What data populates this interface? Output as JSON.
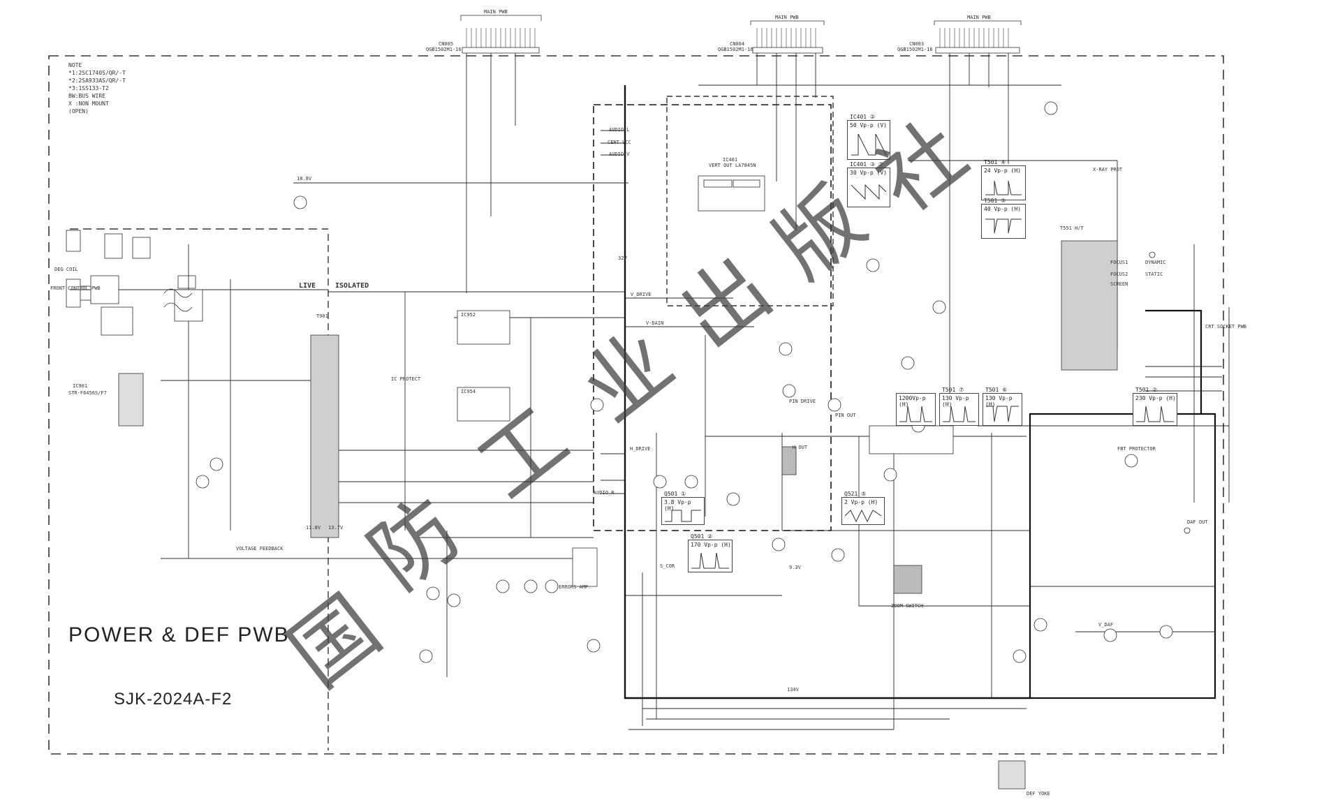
{
  "note": {
    "heading": "NOTE",
    "lines": [
      "*1:2SC1740S/QR/-T",
      "*2:2SA933AS/QR/-T",
      "*3:1SS133-T2",
      "BW:BUS WIRE",
      "X :NON MOUNT",
      "   (OPEN)"
    ]
  },
  "title": {
    "board": "POWER & DEF PWB",
    "part": "SJK-2024A-F2"
  },
  "watermark": [
    "国",
    "防",
    "工",
    "业",
    "出",
    "版",
    "社"
  ],
  "connectors": {
    "cn005": "CN005",
    "cn005_part": "QGB1502M1-16",
    "cn004": "CN004",
    "cn004_part": "QGB1502M1-16",
    "cn003": "CN003",
    "cn003_part": "QGB1502M1-16",
    "main_pwb": "MAIN PWB"
  },
  "zones": {
    "live": "LIVE",
    "isolated": "ISOLATED"
  },
  "ics": {
    "ic401": "IC401",
    "ic401_desc": "VERT OUT LA7845N",
    "ic901": "IC901",
    "ic901_part": "STR-F6456S/F7",
    "ic952": "IC952",
    "ic954": "IC954",
    "t901": "T901",
    "t551": "T551 H/T"
  },
  "scopes": [
    {
      "label": "IC401 ②",
      "value": "50 Vp-p (V)"
    },
    {
      "label": "IC401 ③ ⑦",
      "value": "30 Vp-p (V)"
    },
    {
      "label": "T501 ④",
      "value": "24 Vp-p (H)"
    },
    {
      "label": "T501 ⑤",
      "value": "40 Vp-p (H)"
    },
    {
      "label": "",
      "value": "1200Vp-p (H)"
    },
    {
      "label": "T501 ⑦",
      "value": "130 Vp-p (H)"
    },
    {
      "label": "T501 ⑥",
      "value": "130 Vp-p (H)"
    },
    {
      "label": "T501 ②",
      "value": "230 Vp-p (H)"
    },
    {
      "label": "Q501 ①",
      "value": "3.8 Vp-p (H)"
    },
    {
      "label": "Q501 ②",
      "value": "170 Vp-p (H)"
    },
    {
      "label": "Q521 ⑤",
      "value": "2 Vp-p (H)"
    }
  ],
  "signals": {
    "audio_l": "AUDIO_L",
    "cent_vcc": "CENT VCC",
    "audio_v": "AUDIO_V",
    "v_drive": "V_DRIVE",
    "h_drive": "H_DRIVE",
    "audio_r": "AUDIO_R",
    "v_dain": "V-DAIN",
    "s_cor": "S_COR",
    "v_daf": "V_DAF",
    "v134": "134V",
    "v188": "18.8V",
    "v32": "32V",
    "v93": "9.3V",
    "v137": "13.7V",
    "v11": "11.8V"
  },
  "parts": {
    "focus1": "FOCUS1",
    "focus2": "FOCUS2",
    "screen": "SCREEN",
    "dynamic": "DYNAMIC",
    "static": "STATIC",
    "crt_socket": "CRT SOCKET PWB",
    "def_yoke": "DEF YOKE",
    "deg_coil": "DEG COIL",
    "front_control": "FRONT CONTROL PWB",
    "daf_out": "DAF OUT",
    "pin_drive": "PIN DRIVE",
    "pin_out": "PIN OUT",
    "zoom_switch": "ZOOM SWITCH",
    "voltage_feedback": "VOLTAGE FEEDBACK",
    "fbt_protector": "FBT PROTECTOR",
    "xray_prot": "X-RAY PROT",
    "h_out": "H OUT",
    "ic_protect": "IC PROTECT",
    "errors_amp": "ERRORS AMP."
  },
  "colors": {
    "line": "#2a2a2a",
    "dash": "#333333",
    "thick": "#111111",
    "watermark": "#3c3c3c"
  }
}
